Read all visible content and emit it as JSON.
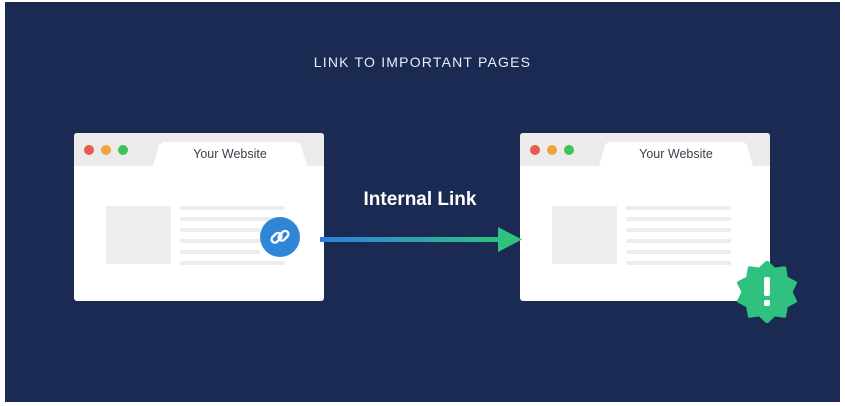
{
  "heading": "LINK TO IMPORTANT PAGES",
  "connector": {
    "label": "Internal Link",
    "gradient_start": "#2f7fe0",
    "gradient_end": "#2ec27e"
  },
  "source_browser": {
    "tab_title": "Your Website",
    "icon": "link-icon",
    "badge_color": "#2f86d9"
  },
  "target_browser": {
    "tab_title": "Your Website",
    "icon": "exclamation-badge-icon",
    "badge_color": "#2ec27e"
  },
  "colors": {
    "background": "#1a2a52",
    "window_dot_close": "#ec5651",
    "window_dot_minimize": "#f0a438",
    "window_dot_maximize": "#3cc35a"
  }
}
